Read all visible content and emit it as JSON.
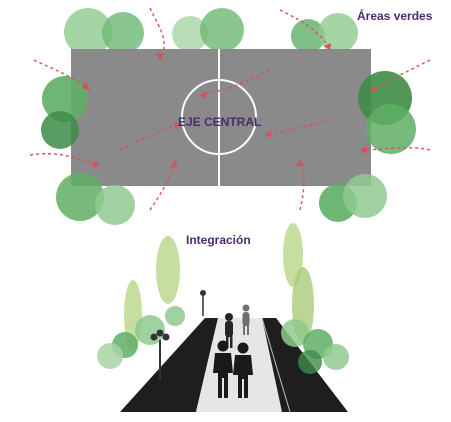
{
  "labels": {
    "green_areas": "Áreas verdes",
    "central_axis": "EJE CENTRAL",
    "integration": "Integración"
  },
  "colors": {
    "label_purple": "#4b2c6f",
    "court_gray": "#8a8a8a",
    "court_line": "#ffffff",
    "tree_light": "#8fc98f",
    "tree_mid": "#5fae65",
    "tree_dark": "#3d8c46",
    "flow_arrow": "#d94f5c",
    "road": "#1e1e1e",
    "sidewalk": "#e6e6e6",
    "person": "#262626",
    "poplar": "#b9d68a"
  },
  "icons": {
    "court": "sports-court-icon",
    "tree": "tree-icon",
    "flow": "flow-arrow-icon",
    "street": "street-perspective-icon",
    "person": "pedestrian-icon",
    "lamp": "street-lamp-icon"
  }
}
